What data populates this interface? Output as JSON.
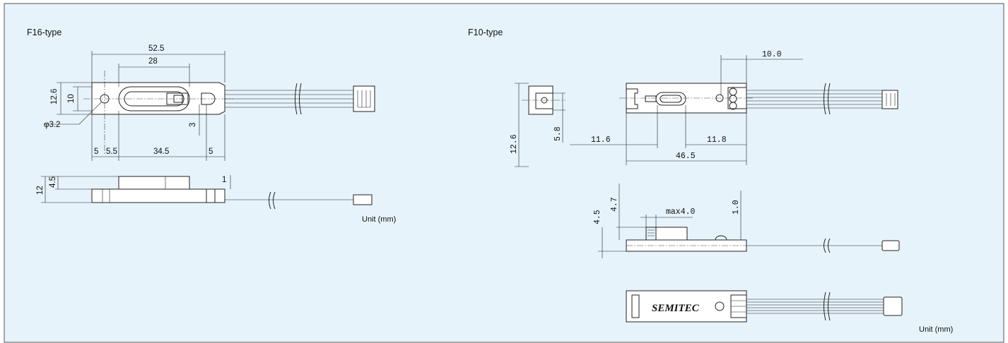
{
  "background_color": "#E6F3FA",
  "border_color": "#555555",
  "left_diagram": {
    "title": "F16-type",
    "unit_label": "Unit (mm)",
    "dims": {
      "overall_length": "52.5",
      "slot_length": "28",
      "height": "12.6",
      "inner_height": "10",
      "hole_diameter": "φ3.2",
      "slot_offset": "3",
      "left_a": "5",
      "left_b": "5.5",
      "mid": "34.5",
      "right": "5",
      "side_height": "12",
      "side_step": "4.5",
      "side_tab": "1"
    }
  },
  "right_diagram": {
    "title": "F10-type",
    "unit_label": "Unit (mm)",
    "logo_text": "SEMITEC",
    "dims": {
      "terminal_pitch": "10.0",
      "height": "12.6",
      "inner": "5.8",
      "left_offset": "11.6",
      "right_offset": "11.8",
      "overall_length": "46.5",
      "side_a": "4.5",
      "side_b": "4.7",
      "max_thickness": "max4.0",
      "tab": "1.0"
    }
  }
}
